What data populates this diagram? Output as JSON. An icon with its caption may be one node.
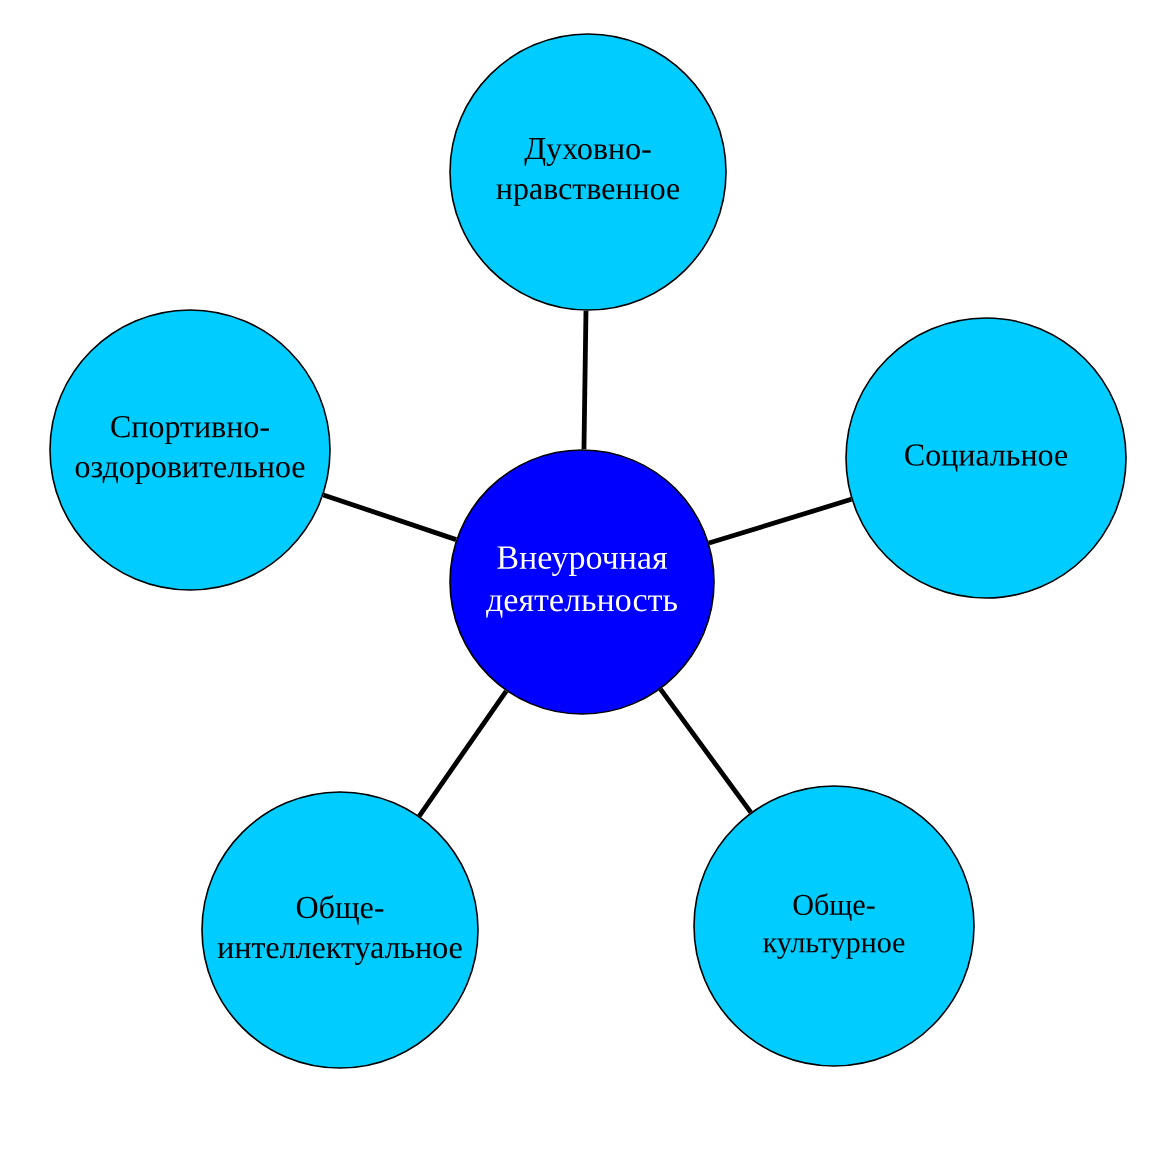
{
  "diagram": {
    "nodes": [
      {
        "text": [
          "Духовно-нравственное"
        ]
      },
      {
        "text": [
          "Спортивно-оздоровительное"
        ]
      },
      {
        "text": [
          "Социальное"
        ]
      },
      {
        "text": [
          "Внеурочная деятельность"
        ]
      },
      {
        "text": [
          "Обще-интеллектуальное"
        ]
      },
      {
        "text": [
          "Обще-культурное"
        ]
      }
    ],
    "edges": [
      {
        "from": 3,
        "to": 0,
        "arrow": "none"
      },
      {
        "from": 3,
        "to": 1,
        "arrow": "none"
      },
      {
        "from": 3,
        "to": 2,
        "arrow": "none"
      },
      {
        "from": 3,
        "to": 4,
        "arrow": "none"
      },
      {
        "from": 3,
        "to": 5,
        "arrow": "none"
      }
    ]
  }
}
